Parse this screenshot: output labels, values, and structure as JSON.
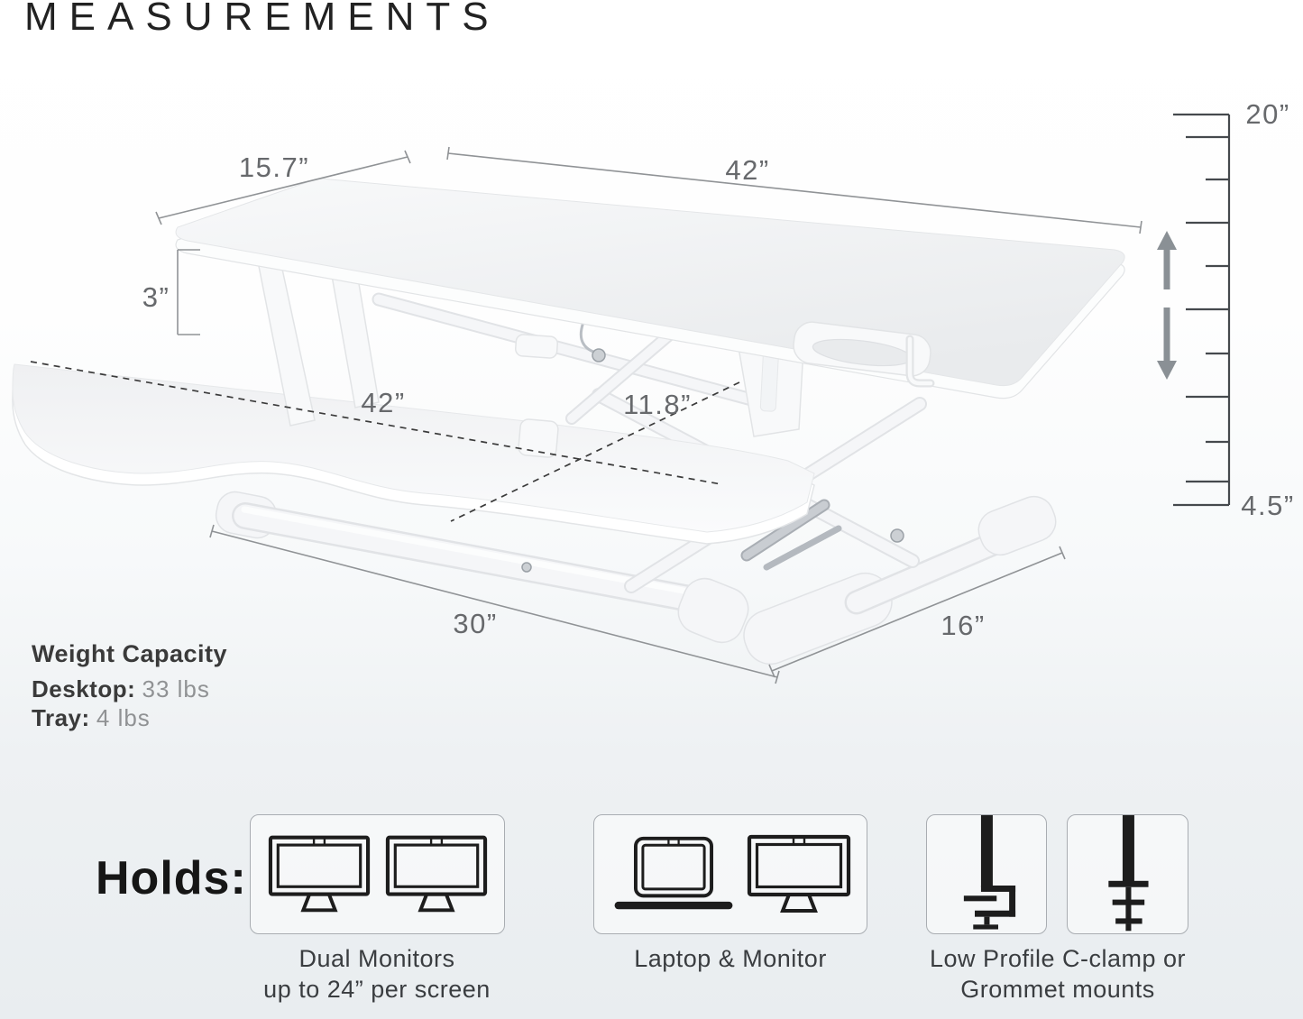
{
  "page": {
    "title": "MEASUREMENTS"
  },
  "dimensions": {
    "top_depth": "15.7”",
    "top_width": "42”",
    "desktop_to_tray_gap": "3”",
    "tray_width": "42”",
    "tray_depth": "11.8”",
    "base_length": "30”",
    "base_depth": "16”",
    "height_max": "20”",
    "height_min": "4.5”"
  },
  "weight_capacity": {
    "heading": "Weight Capacity",
    "rows": [
      {
        "label": "Desktop:",
        "value": "33 lbs"
      },
      {
        "label": "Tray:",
        "value": "4 lbs"
      }
    ]
  },
  "holds": {
    "label": "Holds:",
    "groups": [
      {
        "caption_lines": [
          "Dual Monitors",
          "up to 24” per screen"
        ],
        "icons": [
          "monitor-icon",
          "monitor-icon"
        ]
      },
      {
        "caption_lines": [
          "Laptop & Monitor"
        ],
        "icons": [
          "laptop-icon",
          "monitor-icon"
        ]
      },
      {
        "caption_lines": [
          "Low Profile C-clamp or",
          "Grommet mounts"
        ],
        "icons": [
          "c-clamp-icon",
          "grommet-mount-icon"
        ]
      }
    ]
  },
  "colors": {
    "background_top": "#ffffff",
    "background_bottom": "#e9edf0",
    "title_text": "#222222",
    "dimension_text": "#67696c",
    "dimension_line": "#909396",
    "dashed_line": "#3b3b3b",
    "ruler_line": "#45494d",
    "arrow_gray": "#8a9095",
    "heading_text": "#3a3a3a",
    "muted_value_text": "#909294",
    "icon_stroke": "#1d1d1d",
    "box_border": "#a9adb2",
    "desk_surface": "#f2f3f4"
  }
}
